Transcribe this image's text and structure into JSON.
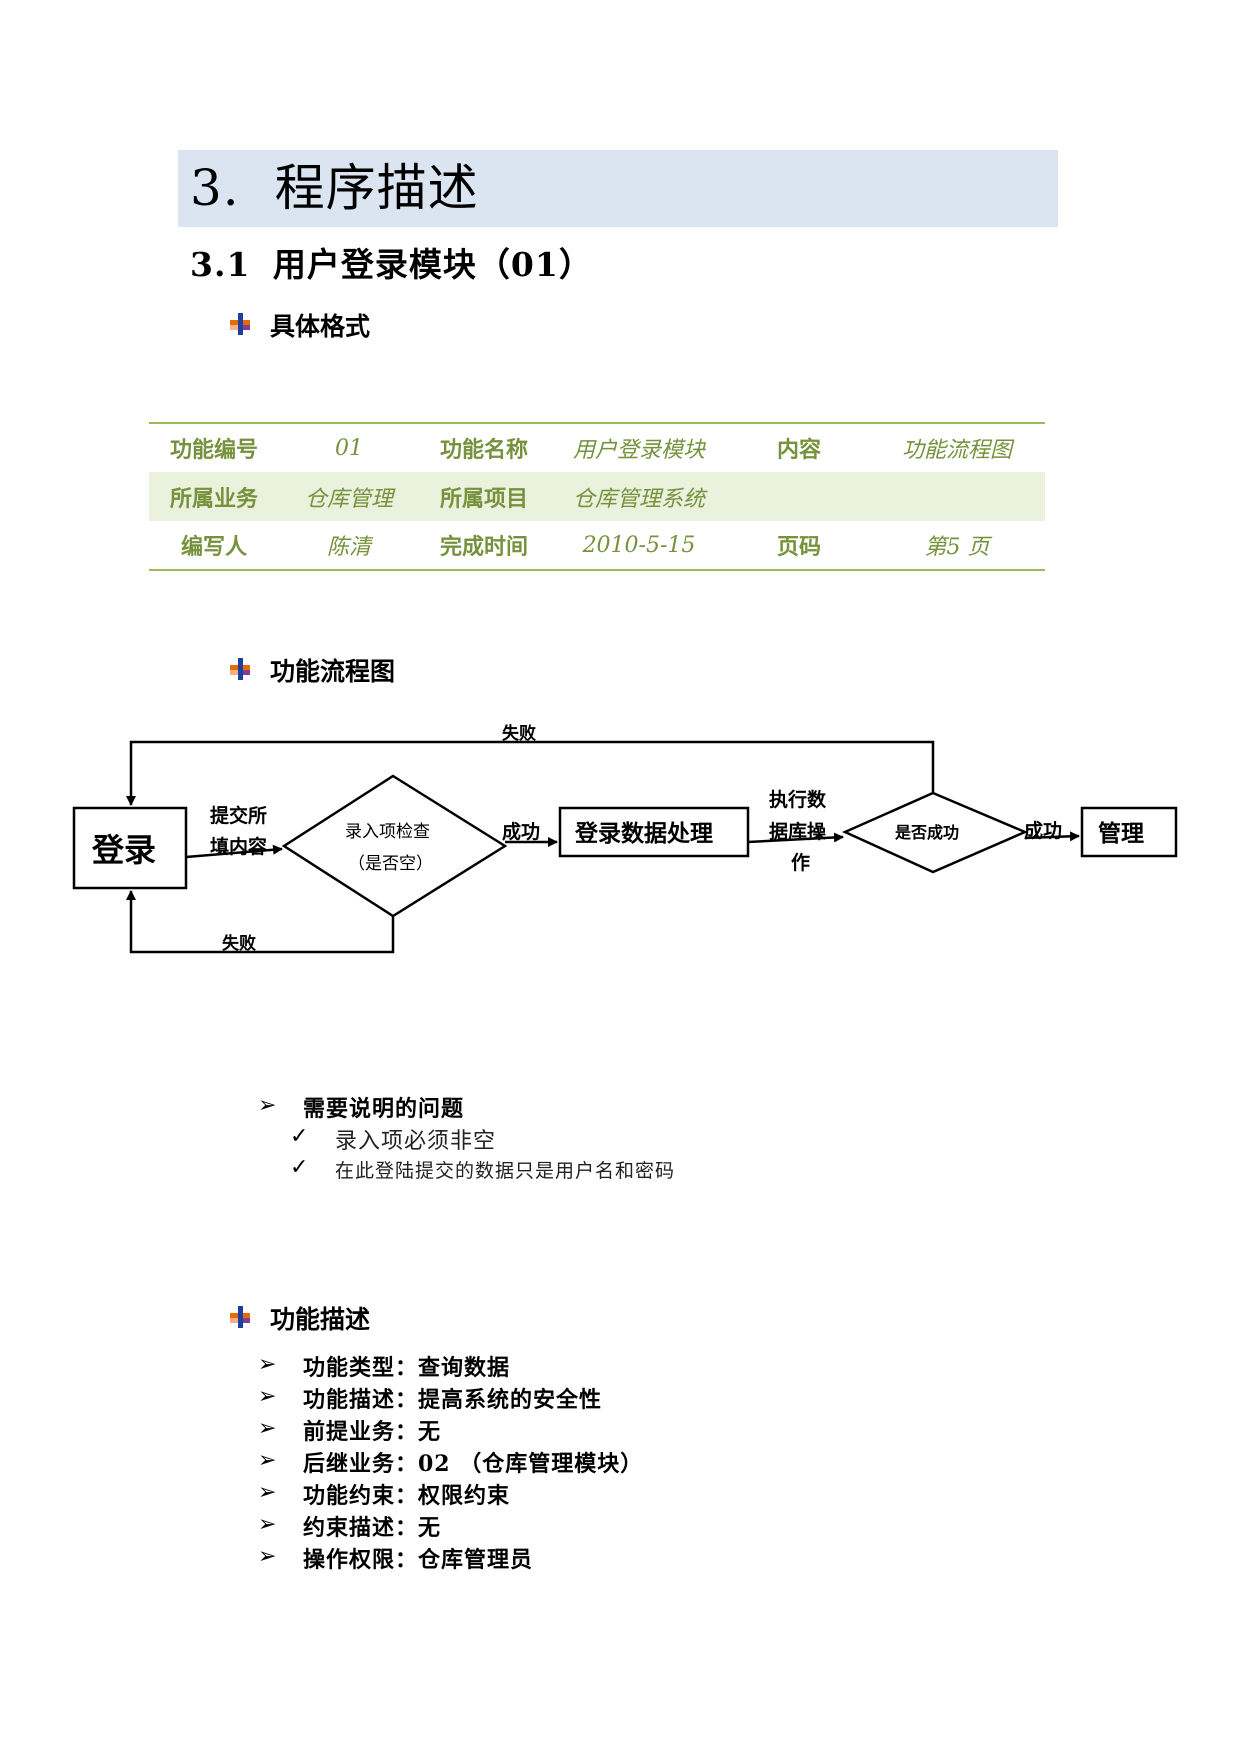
{
  "section": {
    "number": "3.",
    "title": "程序描述"
  },
  "subsection": {
    "number": "3.1",
    "title": "用户登录模块（01）"
  },
  "headings": {
    "format": "具体格式",
    "flowchart": "功能流程图",
    "description": "功能描述"
  },
  "info_table": {
    "rows": [
      [
        "功能编号",
        "01",
        "功能名称",
        "用户登录模块",
        "内容",
        "功能流程图"
      ],
      [
        "所属业务",
        "仓库管理",
        "所属项目",
        "仓库管理系统",
        "",
        ""
      ],
      [
        "编写人",
        "陈清",
        "完成时间",
        "2010-5-15",
        "页码",
        "第5 页"
      ]
    ]
  },
  "flowchart": {
    "login": "登录",
    "submit_label": [
      "提交所",
      "填内容"
    ],
    "check": [
      "录入项检查",
      "（是否空）"
    ],
    "success1": "成功",
    "process": "登录数据处理",
    "exec_label": [
      "执行数",
      "据库操",
      "作"
    ],
    "is_success": "是否成功",
    "success2": "成功",
    "manage": "管理",
    "fail_top": "失败",
    "fail_bottom": "失败"
  },
  "issues": {
    "title": "需要说明的问题",
    "items": [
      "录入项必须非空",
      "在此登陆提交的数据只是用户名和密码"
    ]
  },
  "description": {
    "items": [
      "功能类型：查询数据",
      "功能描述：提高系统的安全性",
      "前提业务：无",
      "后继业务：02 （仓库管理模块）",
      "功能约束：权限约束",
      "约束描述：无",
      "操作权限：仓库管理员"
    ]
  },
  "colors": {
    "heading_bg": "#dbe5f1",
    "table_text": "#76923c",
    "table_border": "#9bbb59",
    "table_shade": "#eaf1dd"
  }
}
